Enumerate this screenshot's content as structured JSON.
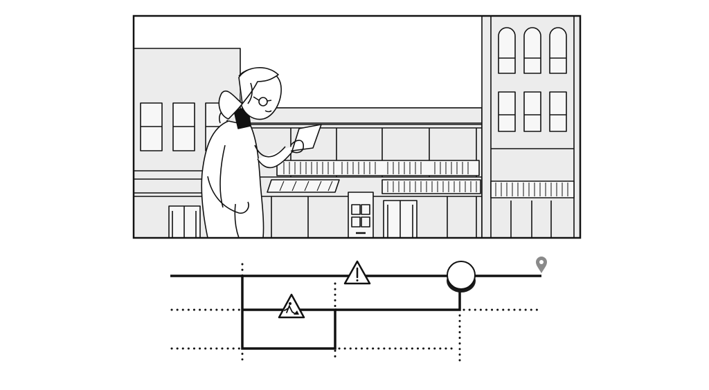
{
  "colors": {
    "background": "#ffffff",
    "ink": "#111111",
    "building_fill": "#ececec",
    "window_fill": "#f7f7f7",
    "marker_gray": "#8a8a8a",
    "shadow": "#1a1a1a"
  },
  "illustration": {
    "subject": "woman-reading-paper-on-street",
    "background": "storefront-street"
  },
  "route_map": {
    "main_route": "solid",
    "alternate_routes": "dotted",
    "icons": [
      "warning-icon",
      "road-work-icon",
      "location-pin-icon",
      "position-marker"
    ]
  }
}
